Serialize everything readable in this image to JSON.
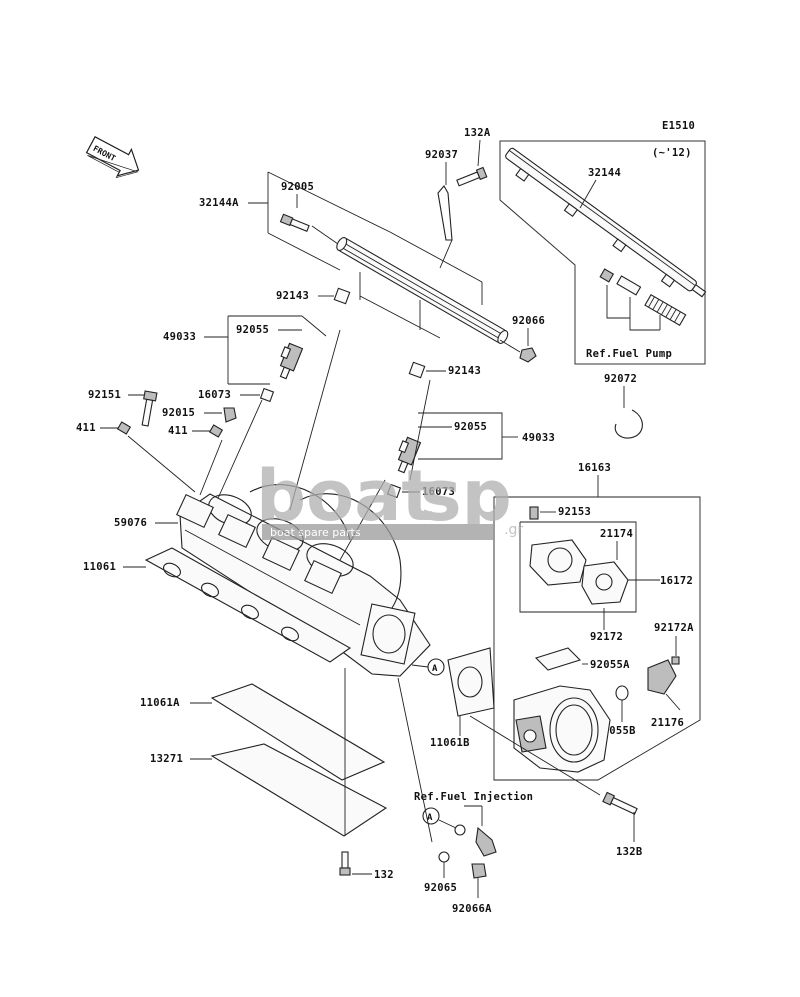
{
  "diagram": {
    "code": "E1510",
    "direction": "FRONT",
    "year_note": "(~'12)",
    "ref_fuel_pump": "Ref.Fuel Pump",
    "ref_fuel_injection": "Ref.Fuel Injection",
    "callout": "A",
    "labels": {
      "p132A": "132A",
      "p92037": "92037",
      "p32144": "32144",
      "p92005": "92005",
      "p32144A": "32144A",
      "p92143a": "92143",
      "p92066": "92066",
      "p49033a": "49033",
      "p92055a": "92055",
      "p92143b": "92143",
      "p92072": "92072",
      "p92151": "92151",
      "p16073a": "16073",
      "p92015": "92015",
      "p411a": "411",
      "p411b": "411",
      "p92055b": "92055",
      "p49033b": "49033",
      "p16073b": "16073",
      "p16163": "16163",
      "p59076": "59076",
      "p92153": "92153",
      "p21174": "21174",
      "p11061": "11061",
      "p16172": "16172",
      "p92172": "92172",
      "p92172A": "92172A",
      "p92055A": "92055A",
      "p11061B": "11061B",
      "p92055B": "92055B",
      "p21176": "21176",
      "p11061A": "11061A",
      "p13271": "13271",
      "p132B": "132B",
      "p132": "132",
      "p92065": "92065",
      "p92066A": "92066A"
    }
  },
  "watermark": {
    "brand_left": "boat",
    "brand_right": "sp",
    "suffix": ".gr",
    "tagline": "boat spare parts"
  },
  "colors": {
    "line": "#222222",
    "watermark": "#b0b0b0",
    "watermark_bar": "#9a9a9a"
  }
}
